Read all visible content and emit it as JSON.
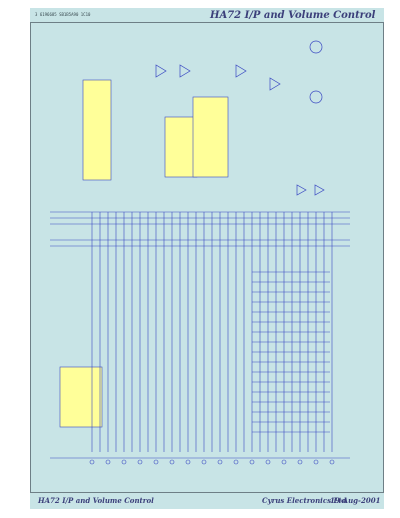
{
  "sheet": {
    "drawing_number": "3 6196685 SB1B5A90 1C10",
    "title": "HA72 I/P and Volume Control"
  },
  "footer": {
    "title": "HA72 I/P and Volume Control",
    "company": "Cyrus Electronics Ltd",
    "date": "19-Aug-2001"
  },
  "colors": {
    "background": "#c8e4e6",
    "wire": "#3a49c2",
    "component": "#ffff99",
    "text": "#3b3f7a",
    "border": "#6e7f86"
  }
}
